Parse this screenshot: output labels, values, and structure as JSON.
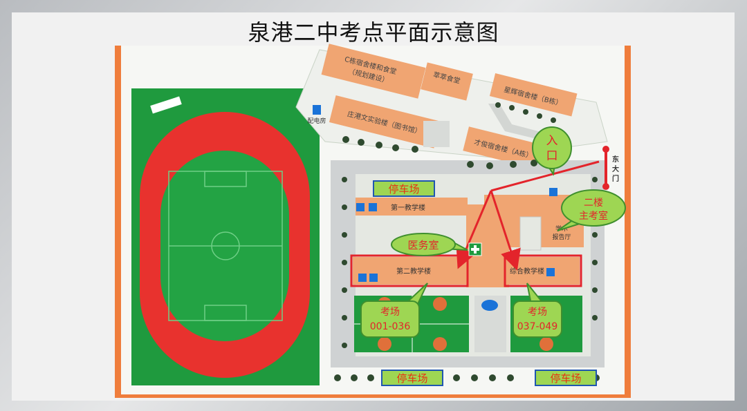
{
  "title": "泉港二中考点平面示意图",
  "buildings": {
    "c_dorm_line1": "C栋宿舍楼和食堂",
    "c_dorm_line2": "（规划建设）",
    "cuicui_canteen": "萃萃食堂",
    "xingzhi_dorm": "星辉宿舍楼（B栋）",
    "zhuanggang_lab": "庄港文实验楼（图书馆）",
    "caijun_dorm": "才俊宿舍楼（A栋）",
    "power_room": "配电房",
    "teaching_1": "第一教学楼",
    "teaching_2": "第二教学楼",
    "comprehensive": "综合教学楼",
    "lecture_hall_line1": "学术",
    "lecture_hall_line2": "报告厅"
  },
  "gate": {
    "line1": "东",
    "line2": "大",
    "line3": "门"
  },
  "callouts": {
    "entrance_line1": "入",
    "entrance_line2": "口",
    "main_exam_line1": "二楼",
    "main_exam_line2": "主考室",
    "medical": "医务室",
    "exam_left_line1": "考场",
    "exam_left_line2": "001-036",
    "exam_right_line1": "考场",
    "exam_right_line2": "037-049"
  },
  "parking": {
    "top": "停车场",
    "bottom_left": "停车场",
    "bottom_right": "停车场"
  },
  "colors": {
    "building": "#f0a572",
    "track": "#e8322e",
    "field": "#1f9a3e",
    "accent_red": "#e3242b",
    "callout_green": "#9ed653",
    "parking_text": "#e63312",
    "border_orange": "#ef7d3c"
  }
}
